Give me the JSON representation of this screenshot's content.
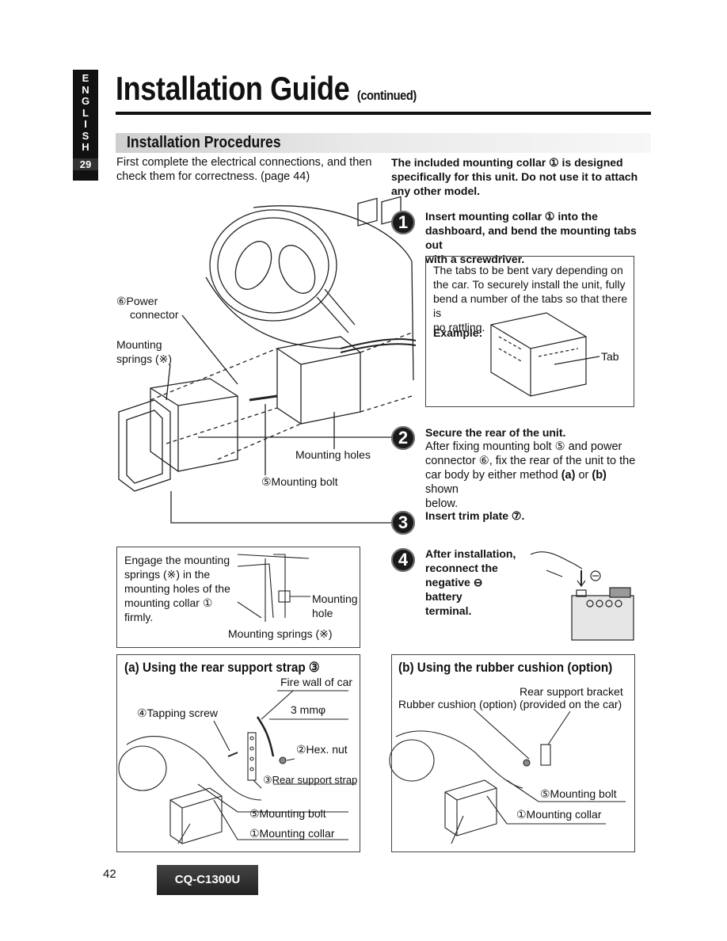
{
  "sidebar": {
    "letters": [
      "E",
      "N",
      "G",
      "L",
      "I",
      "S",
      "H"
    ],
    "page_code": "29"
  },
  "header": {
    "title": "Installation Guide",
    "suffix": "(continued)"
  },
  "section": {
    "title": "Installation Procedures"
  },
  "intro": {
    "line1": "First complete the electrical connections, and then",
    "line2": "check them for correctness. (page 44)"
  },
  "collar_note": {
    "line1": "The included mounting collar ① is designed",
    "line2": "specifically for this unit. Do not use it to attach",
    "line3": "any other model."
  },
  "main_diagram": {
    "power_connector_1": "⑥Power",
    "power_connector_2": "connector",
    "mounting_springs_1": "Mounting",
    "mounting_springs_2": "springs (※)",
    "mounting_holes": "Mounting holes",
    "mounting_bolt": "⑤Mounting bolt"
  },
  "steps": {
    "s1_num": "1",
    "s1_line1": "Insert mounting collar ① into the",
    "s1_line2": "dashboard, and bend the mounting tabs out",
    "s1_line3": "with a screwdriver.",
    "tabs_line1": "The tabs to be bent vary depending on",
    "tabs_line2": "the car. To securely install the unit, fully",
    "tabs_line3": "bend a number of the tabs so that there is",
    "tabs_line4": "no rattling.",
    "example": "Example:",
    "tab": "Tab",
    "s2_num": "2",
    "s2_head": "Secure the rear of the unit.",
    "s2_line1": "After fixing mounting bolt ⑤ and power",
    "s2_line2": "connector ⑥, fix the rear of the unit to the",
    "s2_line3a": "car body by either method ",
    "s2_a": "(a)",
    "s2_or": " or ",
    "s2_b": "(b)",
    "s2_shown": " shown",
    "s2_line4": "below.",
    "s3_num": "3",
    "s3_text": "Insert trim plate ⑦.",
    "s4_num": "4",
    "s4_line1": "After installation,",
    "s4_line2": "reconnect the",
    "s4_line3": "negative ⊖ battery",
    "s4_line4": "terminal."
  },
  "engage": {
    "line1": "Engage the mounting",
    "line2": "springs (※) in the",
    "line3": "mounting holes of the",
    "line4": "mounting collar ①",
    "line5": "firmly.",
    "hole_label_1": "Mounting",
    "hole_label_2": "hole",
    "springs_label": "Mounting springs (※)"
  },
  "method_a": {
    "title": "(a) Using the rear support strap ③",
    "fire_wall": "Fire wall of car",
    "tapping_screw": "④Tapping screw",
    "size": "3 mmφ",
    "hex_nut": "②Hex. nut",
    "strap": "③Rear support strap",
    "bolt": "⑤Mounting bolt",
    "collar": "①Mounting collar"
  },
  "method_b": {
    "title": "(b) Using the rubber cushion (option)",
    "bracket_1": "Rear support bracket",
    "bracket_2": "(provided on the car)",
    "cushion": "Rubber cushion (option)",
    "bolt": "⑤Mounting bolt",
    "collar": "①Mounting collar"
  },
  "footer": {
    "page_number": "42",
    "model": "CQ-C1300U"
  }
}
